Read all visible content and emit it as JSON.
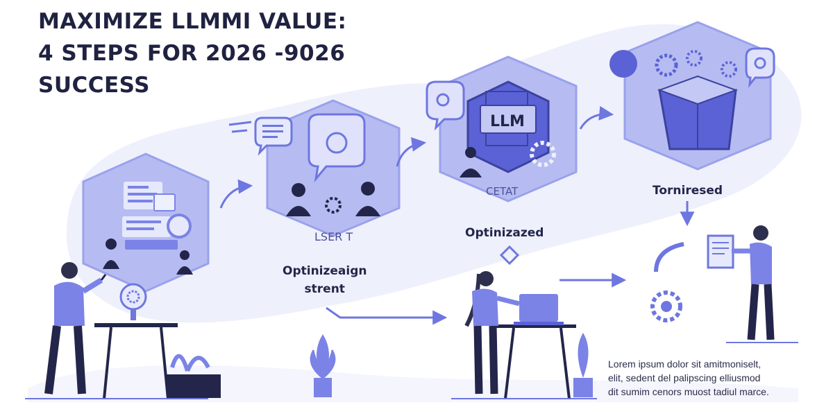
{
  "title": {
    "line1": "MAXIMIZE LLMMI VALUE:",
    "line2": "4 STEPS FOR 2026 -9026",
    "line3": "SUCCESS"
  },
  "steps": [
    {
      "label": "LSER T"
    },
    {
      "label": "LLM",
      "sub_label": "CETAT"
    },
    {
      "label": "Torniresed"
    }
  ],
  "annotations": {
    "optimize_strategy_line1": "Optinizeaign",
    "optimize_strategy_line2": "strent",
    "optimized": "Optinizazed"
  },
  "footer_text": {
    "line1": "Lorem ipsum dolor sit amitmoniselt,",
    "line2": "elit, sedent del palipscing elliusmod",
    "line3": "dit sumim cenors muost tadiul marce."
  },
  "colors": {
    "primary": "#7b83e6",
    "light": "#e6e9fb",
    "dark": "#23264a",
    "accent": "#5a62d6"
  },
  "icons": [
    "chat-bubble-icon",
    "gear-icon",
    "lightbulb-icon",
    "cube-icon",
    "document-icon",
    "plant-icon",
    "laptop-icon"
  ]
}
